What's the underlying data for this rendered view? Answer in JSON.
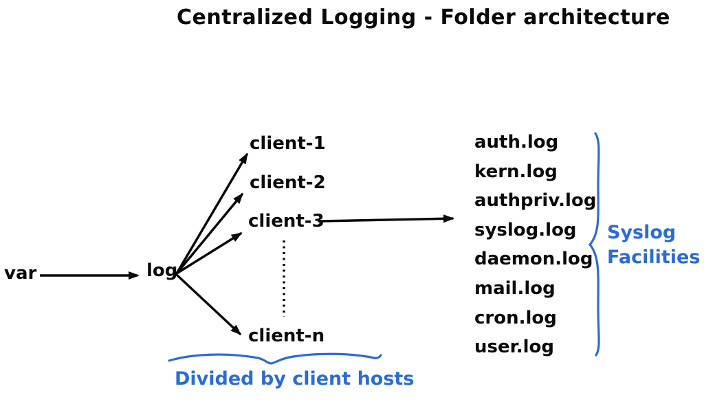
{
  "title": "Centralized Logging - Folder architecture",
  "colors": {
    "ink": "#0a0a0a",
    "accent_blue": "#2b6cd6"
  },
  "tree": {
    "root_label": "var",
    "log_label": "log",
    "clients": [
      "client-1",
      "client-2",
      "client-3",
      "client-n"
    ],
    "clients_caption": "Divided by client hosts",
    "files": [
      "auth.log",
      "kern.log",
      "authpriv.log",
      "syslog.log",
      "daemon.log",
      "mail.log",
      "cron.log",
      "user.log"
    ],
    "files_caption": "Syslog Facilities"
  }
}
